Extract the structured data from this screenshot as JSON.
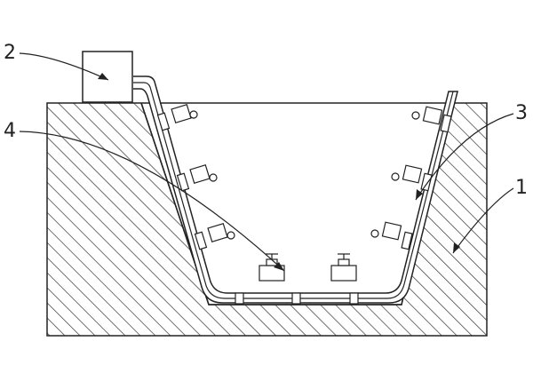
{
  "callouts": {
    "c1": "1",
    "c2": "2",
    "c3": "3",
    "c4": "4"
  },
  "colors": {
    "stroke": "#222222",
    "hatch": "#333333",
    "background": "#ffffff"
  }
}
